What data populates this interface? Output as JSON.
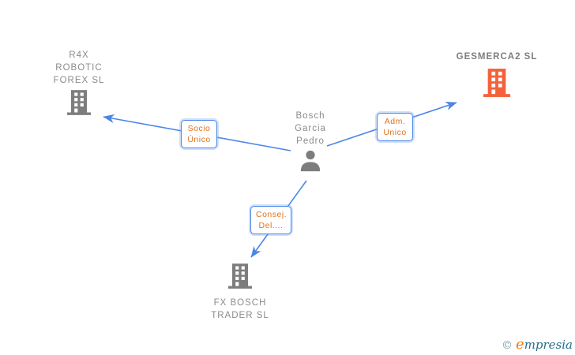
{
  "diagram": {
    "person": {
      "name_line1": "Bosch",
      "name_line2": "Garcia",
      "name_line3": "Pedro"
    },
    "companies": {
      "r4x": {
        "line1": "R4X",
        "line2": "ROBOTIC",
        "line3": "FOREX SL"
      },
      "gesmerca2": {
        "line1": "GESMERCA2 SL"
      },
      "fxbosch": {
        "line1": "FX BOSCH",
        "line2": "TRADER SL"
      }
    },
    "relationships": {
      "socio_unico": {
        "line1": "Socio",
        "line2": "Único"
      },
      "adm_unico": {
        "line1": "Adm.",
        "line2": "Unico"
      },
      "consej_del": {
        "line1": "Consej.",
        "line2": "Del...."
      }
    }
  },
  "watermark": {
    "copyright": "©",
    "brand_initial": "e",
    "brand_rest": "mpresia"
  },
  "colors": {
    "edge_blue": "#4a86e8",
    "relationship_label_orange": "#e0731d",
    "company_text_gray": "#8b8b8b",
    "focus_company_orange": "#f4623a",
    "icon_gray": "#7d7d7d",
    "logo_teal": "#256d8c",
    "logo_orange": "#ee7c15"
  }
}
